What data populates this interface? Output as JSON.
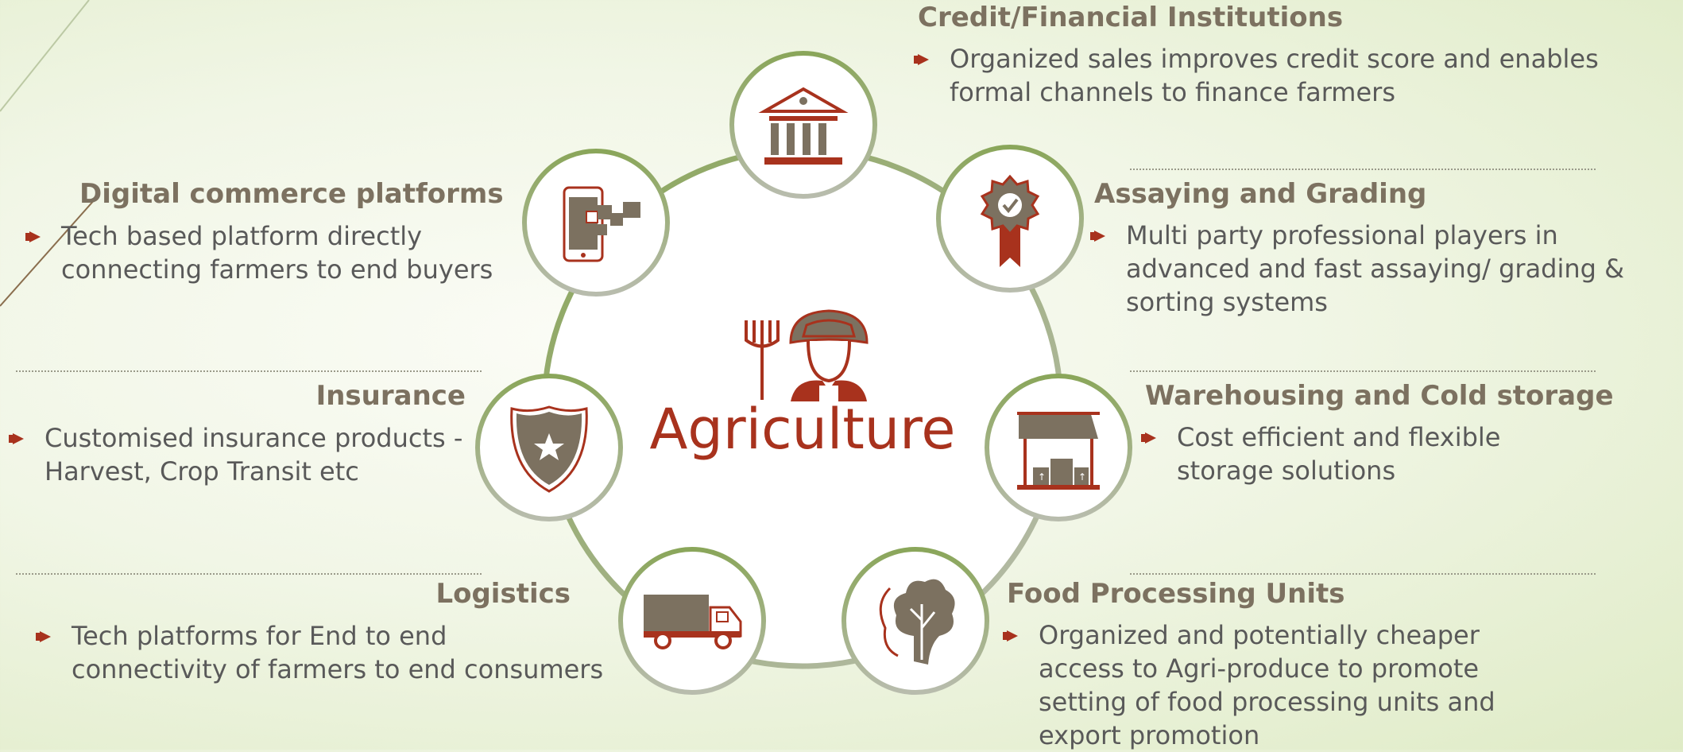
{
  "center": {
    "label": "Agriculture",
    "icon": "farmer-icon"
  },
  "nodes": [
    {
      "id": "credit",
      "title": "Credit/Financial Institutions",
      "icon": "bank-icon",
      "lines": [
        "Organized sales improves credit score and enables",
        "formal channels to finance farmers"
      ]
    },
    {
      "id": "assaying",
      "title": "Assaying and Grading",
      "icon": "award-badge-icon",
      "lines": [
        "Multi party professional players in",
        "advanced and fast assaying/ grading &",
        "sorting systems"
      ]
    },
    {
      "id": "warehousing",
      "title": "Warehousing and Cold storage",
      "icon": "warehouse-icon",
      "lines": [
        "Cost efficient and flexible",
        "storage solutions"
      ]
    },
    {
      "id": "food",
      "title": "Food Processing Units",
      "icon": "lettuce-icon",
      "lines": [
        "Organized and potentially cheaper",
        "access to Agri-produce to promote",
        "setting of food processing units and",
        "export promotion"
      ]
    },
    {
      "id": "logistics",
      "title": "Logistics",
      "icon": "truck-icon",
      "lines": [
        "Tech platforms for End to end",
        "connectivity of farmers to end consumers"
      ]
    },
    {
      "id": "insurance",
      "title": "Insurance",
      "icon": "shield-star-icon",
      "lines": [
        "Customised insurance products -",
        "Harvest, Crop Transit etc"
      ]
    },
    {
      "id": "digital",
      "title": "Digital commerce platforms",
      "icon": "mobile-commerce-icon",
      "lines": [
        "Tech based platform directly",
        "connecting farmers to end buyers"
      ]
    }
  ],
  "colors": {
    "accent": "#a8321d",
    "icon_brown": "#7c7160",
    "ring_green": "#8aa65a",
    "ring_gray": "#b8bcad",
    "heading": "#7c7160",
    "body_text": "#595959"
  }
}
